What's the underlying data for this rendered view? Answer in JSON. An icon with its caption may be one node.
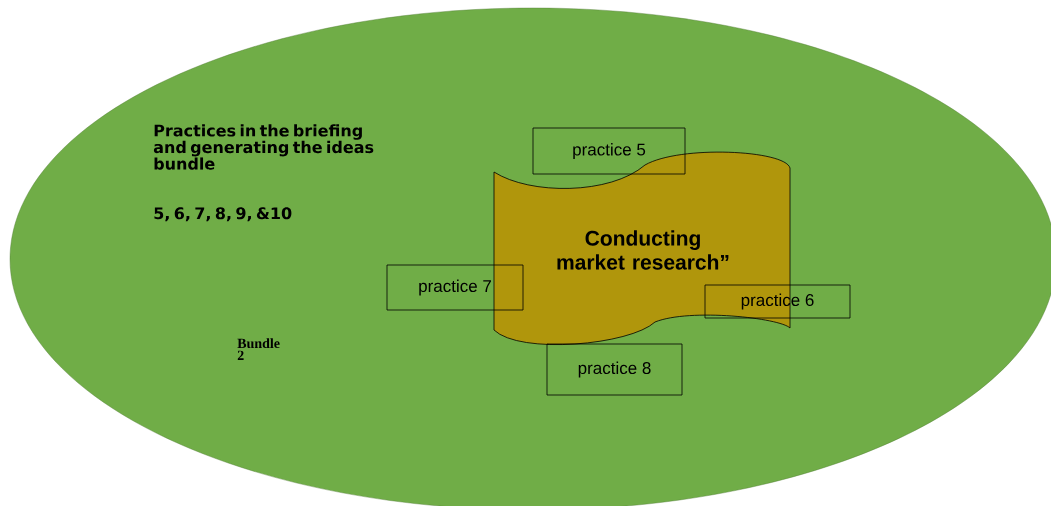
{
  "diagram": {
    "nodes": [
      {
        "text": [
          "Practices in the briefing and generating the ideas bundle",
          "5, 6, 7, 8, 9, &10",
          "Bundle 2"
        ]
      },
      {
        "text": [
          "Conducting market research”"
        ],
        "in": 0
      },
      {
        "text": [
          "practice 5"
        ],
        "in": 0
      },
      {
        "text": [
          "practice 7"
        ],
        "in": 0
      },
      {
        "text": [
          "practice 6"
        ],
        "in": 0
      },
      {
        "text": [
          "practice 8"
        ],
        "in": 0
      }
    ]
  }
}
